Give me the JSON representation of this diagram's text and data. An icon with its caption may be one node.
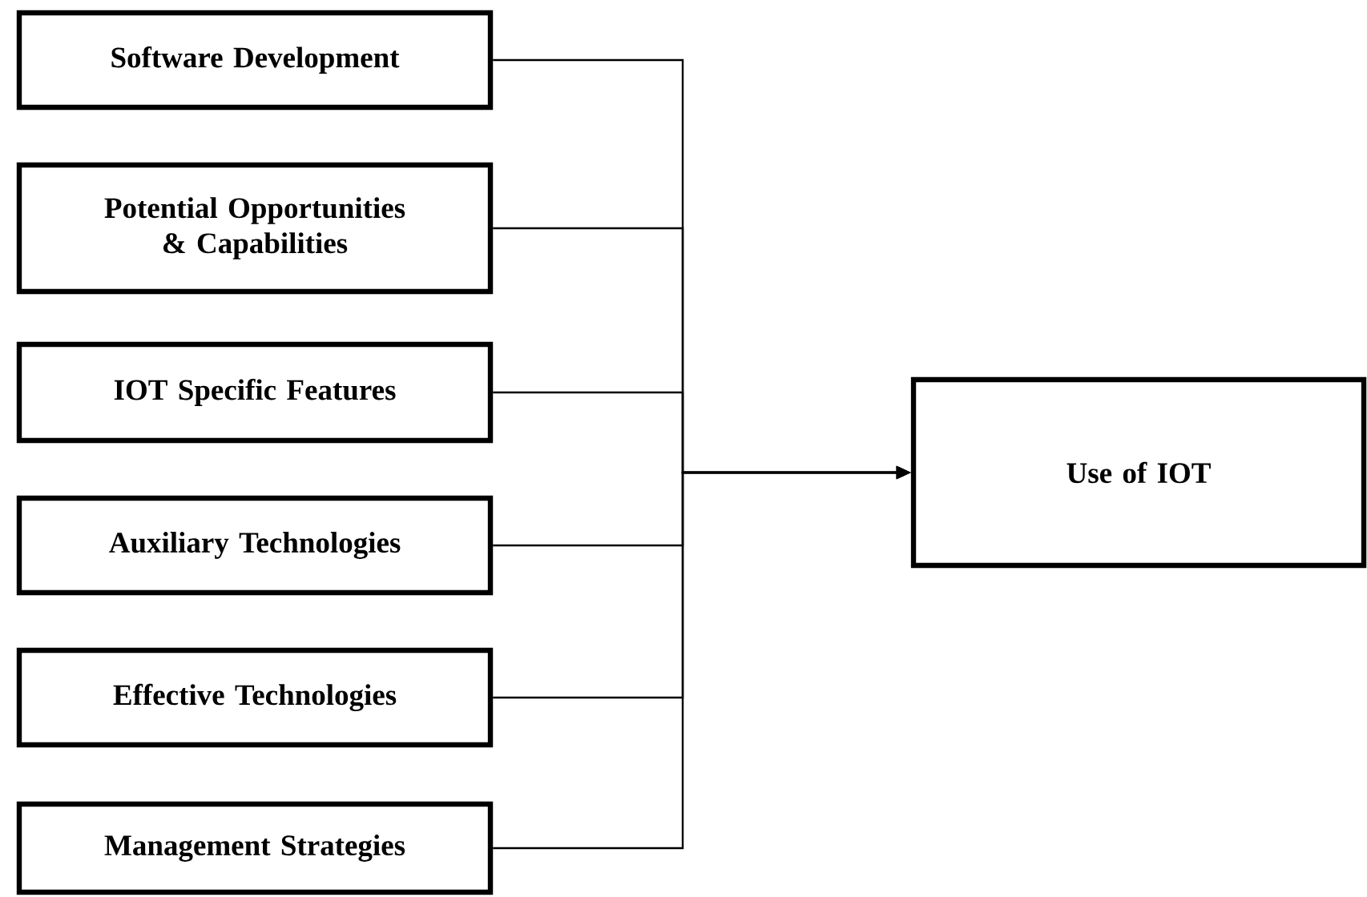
{
  "diagram": {
    "nodes": [
      {
        "text": [
          "Software Development"
        ]
      },
      {
        "text": [
          "Potential Opportunities & Capabilities"
        ]
      },
      {
        "text": [
          "IOT Specific Features"
        ]
      },
      {
        "text": [
          "Auxiliary Technologies"
        ]
      },
      {
        "text": [
          "Effective Technologies"
        ]
      },
      {
        "text": [
          "Management Strategies"
        ]
      },
      {
        "text": [
          "Use of IOT"
        ]
      }
    ],
    "edges": [
      {
        "from": 0,
        "to": 6,
        "arrow": "to"
      },
      {
        "from": 1,
        "to": 6,
        "arrow": "to"
      },
      {
        "from": 2,
        "to": 6,
        "arrow": "to"
      },
      {
        "from": 3,
        "to": 6,
        "arrow": "to"
      },
      {
        "from": 4,
        "to": 6,
        "arrow": "to"
      },
      {
        "from": 5,
        "to": 6,
        "arrow": "to"
      }
    ]
  }
}
